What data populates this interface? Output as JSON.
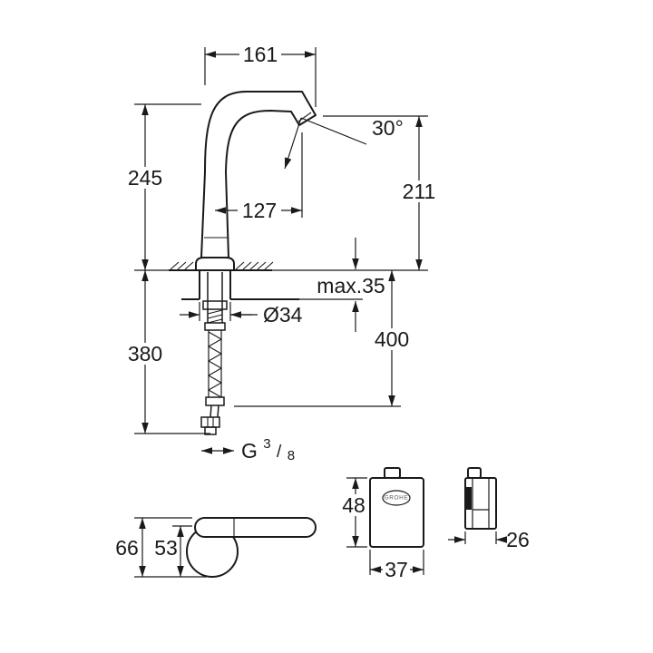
{
  "drawing": {
    "dims": {
      "d161": "161",
      "d30": "30°",
      "d245": "245",
      "d211": "211",
      "d127": "127",
      "max35": "max.35",
      "dia34": "Ø34",
      "d400": "400",
      "d380": "380",
      "d48": "48",
      "d37": "37",
      "d26": "26",
      "d66": "66",
      "d53": "53"
    },
    "thread": {
      "g": "G ",
      "num": "3",
      "slash": "/",
      "den": "8"
    },
    "logo": "GROHE",
    "colors": {
      "line": "#1a1a1a",
      "background": "#ffffff"
    }
  }
}
